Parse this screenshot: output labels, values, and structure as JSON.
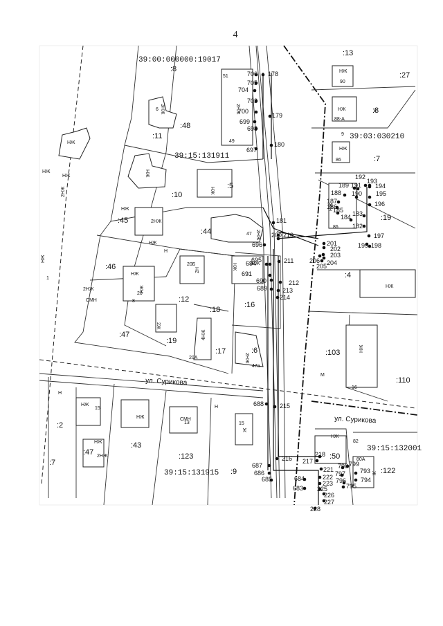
{
  "page_number": "4",
  "cadastral_numbers": [
    {
      "id": "main",
      "text": "39:00:000000:19017"
    },
    {
      "id": "north-east",
      "text": "39:03:030210"
    },
    {
      "id": "middle",
      "text": "39:15:131911"
    },
    {
      "id": "south-west",
      "text": "39:15:131915"
    },
    {
      "id": "south-east",
      "text": "39:15:132001"
    }
  ],
  "streets": [
    {
      "id": "west",
      "text": "ул. Сурикова"
    },
    {
      "id": "east",
      "text": "ул. Сурикова"
    }
  ],
  "plot_labels": [
    ":8",
    ":13",
    ":27",
    ":48",
    ":11",
    ":8",
    ":7",
    ":5",
    ":10",
    ":45",
    ":44",
    ":19",
    ":46",
    ":4",
    ":12",
    ":18",
    ":16",
    ":47",
    ":19",
    ":17",
    ":6",
    ":103",
    ":110",
    ":2",
    ":43",
    ":123",
    ":47",
    ":7",
    ":9",
    ":50",
    ":122"
  ],
  "building_labels": [
    "2НЖ",
    "3НЖ",
    "НЖ",
    "НЖ",
    "НЖ",
    "2НЖ",
    "НЖ",
    "НЖ",
    "2НЖ",
    "НЖ",
    "2НЖ",
    "2НЖ",
    "НЖ",
    "НЖ",
    "НЖ",
    "НЖ",
    "НЖ",
    "НЖ",
    "НЖ",
    "2НЖ",
    "НЖ",
    "2Н",
    "НЖ",
    "СМН",
    "2Ж",
    "4НЖ",
    "2НЖ",
    "НЖ",
    "НЖ",
    "НЖ",
    "НЖ",
    "СМН",
    "Ж",
    "НЖ",
    "2НЖ",
    "НЖ",
    "Ж",
    "Н",
    "М",
    "Н",
    "Н"
  ],
  "house_numbers": [
    "6",
    "9",
    "8",
    "90",
    "88-А",
    "86",
    "47",
    "8",
    "20Б",
    "20",
    "20А",
    "47а",
    "1",
    "15",
    "13",
    "15",
    "49",
    "51",
    "86",
    "16",
    "80А",
    "82",
    "1"
  ],
  "point_numbers": [
    "706",
    "178",
    "705",
    "704",
    "703",
    "700",
    "179",
    "699",
    "698",
    "180",
    "697",
    "192",
    "193",
    "194",
    "189",
    "191",
    "195",
    "188",
    "190",
    "187",
    "196",
    "186",
    "183",
    "185",
    "184",
    "182",
    "181",
    "197",
    "199",
    "198",
    "200",
    "201",
    "202",
    "696",
    "203",
    "695",
    "206",
    "205",
    "204",
    "694",
    "210",
    "211",
    "691",
    "690",
    "212",
    "689",
    "213",
    "214",
    "215",
    "688",
    "216",
    "218",
    "217",
    "687",
    "221",
    "798",
    "799",
    "686",
    "222",
    "797",
    "793",
    "685",
    "684",
    "223",
    "796",
    "794",
    "683",
    "225",
    "795",
    "226",
    "227",
    "228"
  ],
  "layer_colors": {
    "lines": "#222222",
    "background": "#ffffff"
  }
}
